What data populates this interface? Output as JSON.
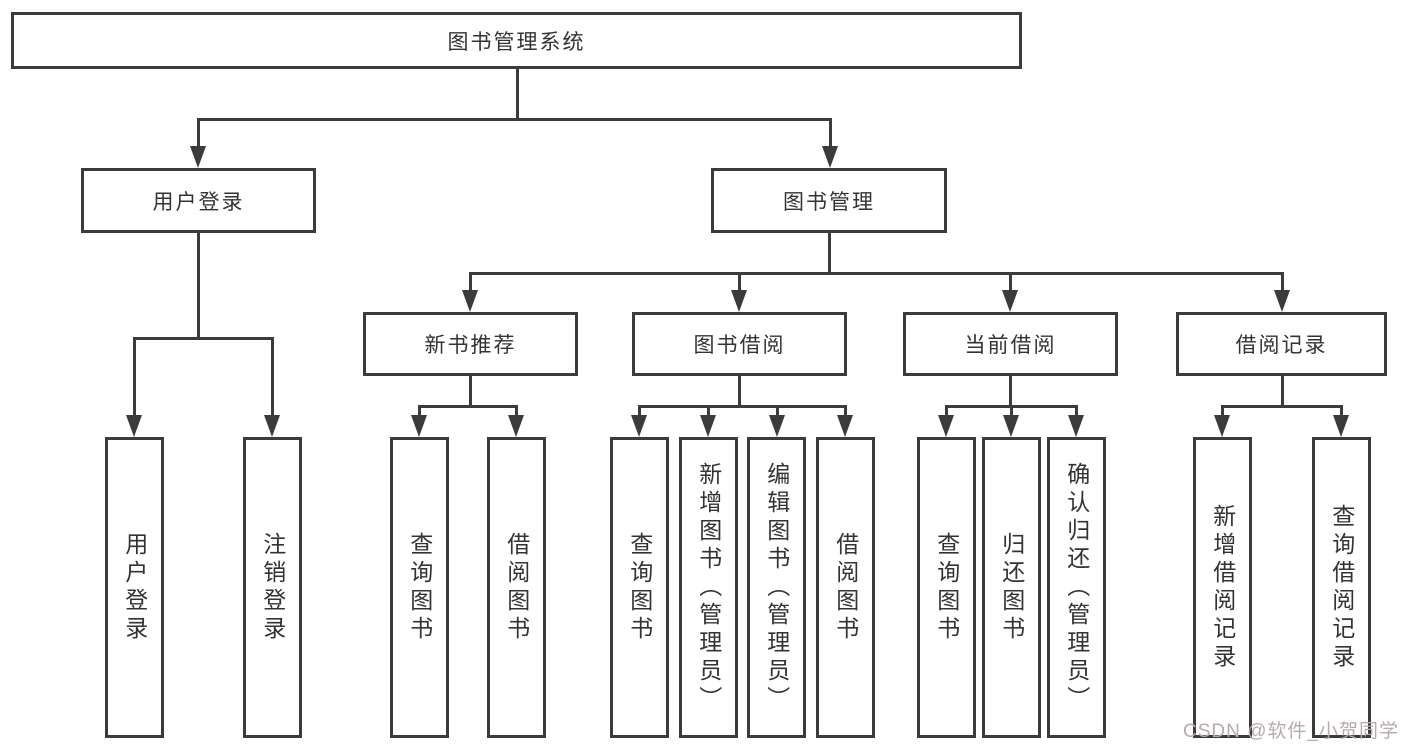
{
  "tree": {
    "label": "图书管理系统",
    "children": [
      {
        "label": "用户登录",
        "children": [
          {
            "label": "用户登录"
          },
          {
            "label": "注销登录"
          }
        ]
      },
      {
        "label": "图书管理",
        "children": [
          {
            "label": "新书推荐",
            "children": [
              {
                "label": "查询图书"
              },
              {
                "label": "借阅图书"
              }
            ]
          },
          {
            "label": "图书借阅",
            "children": [
              {
                "label": "查询图书"
              },
              {
                "label": "新增图书（管理员）"
              },
              {
                "label": "编辑图书（管理员）"
              },
              {
                "label": "借阅图书"
              }
            ]
          },
          {
            "label": "当前借阅",
            "children": [
              {
                "label": "查询图书"
              },
              {
                "label": "归还图书"
              },
              {
                "label": "确认归还（管理员）"
              }
            ]
          },
          {
            "label": "借阅记录",
            "children": [
              {
                "label": "新增借阅记录"
              },
              {
                "label": "查询借阅记录"
              }
            ]
          }
        ]
      }
    ]
  },
  "watermark": {
    "text": "CSDN @软件_小贺同学"
  },
  "colors": {
    "background": "#ffffff",
    "box_border": "#3b3b3b",
    "box_fill": "#ffffff",
    "connector_line": "#3b3b3b",
    "text": "#333333",
    "watermark_text": "#b5abab"
  }
}
